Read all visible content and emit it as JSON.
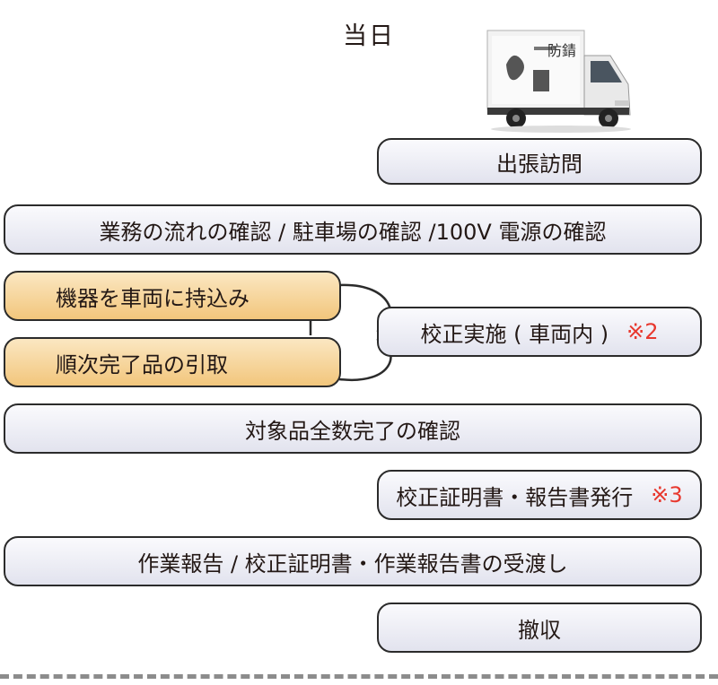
{
  "title": "当日",
  "truck_icon": "truck-icon",
  "truck_logo_text": "防錆",
  "steps": {
    "visit": "出張訪問",
    "confirm": "業務の流れの確認 / 駐車場の確認 /100V 電源の確認",
    "bring_in": "機器を車両に持込み",
    "pickup": "順次完了品の引取",
    "calibrate": "校正実施 ( 車両内 )",
    "calibrate_note": "※2",
    "check_all": "対象品全数完了の確認",
    "issue": "校正証明書・報告書発行",
    "issue_note": "※3",
    "report": "作業報告 / 校正証明書・作業報告書の受渡し",
    "withdraw": "撤収"
  },
  "colors": {
    "box_fill": "#eeeff5",
    "orange_fill": "#f6d49a",
    "note": "#e8382e",
    "border": "#2b2b2b"
  }
}
